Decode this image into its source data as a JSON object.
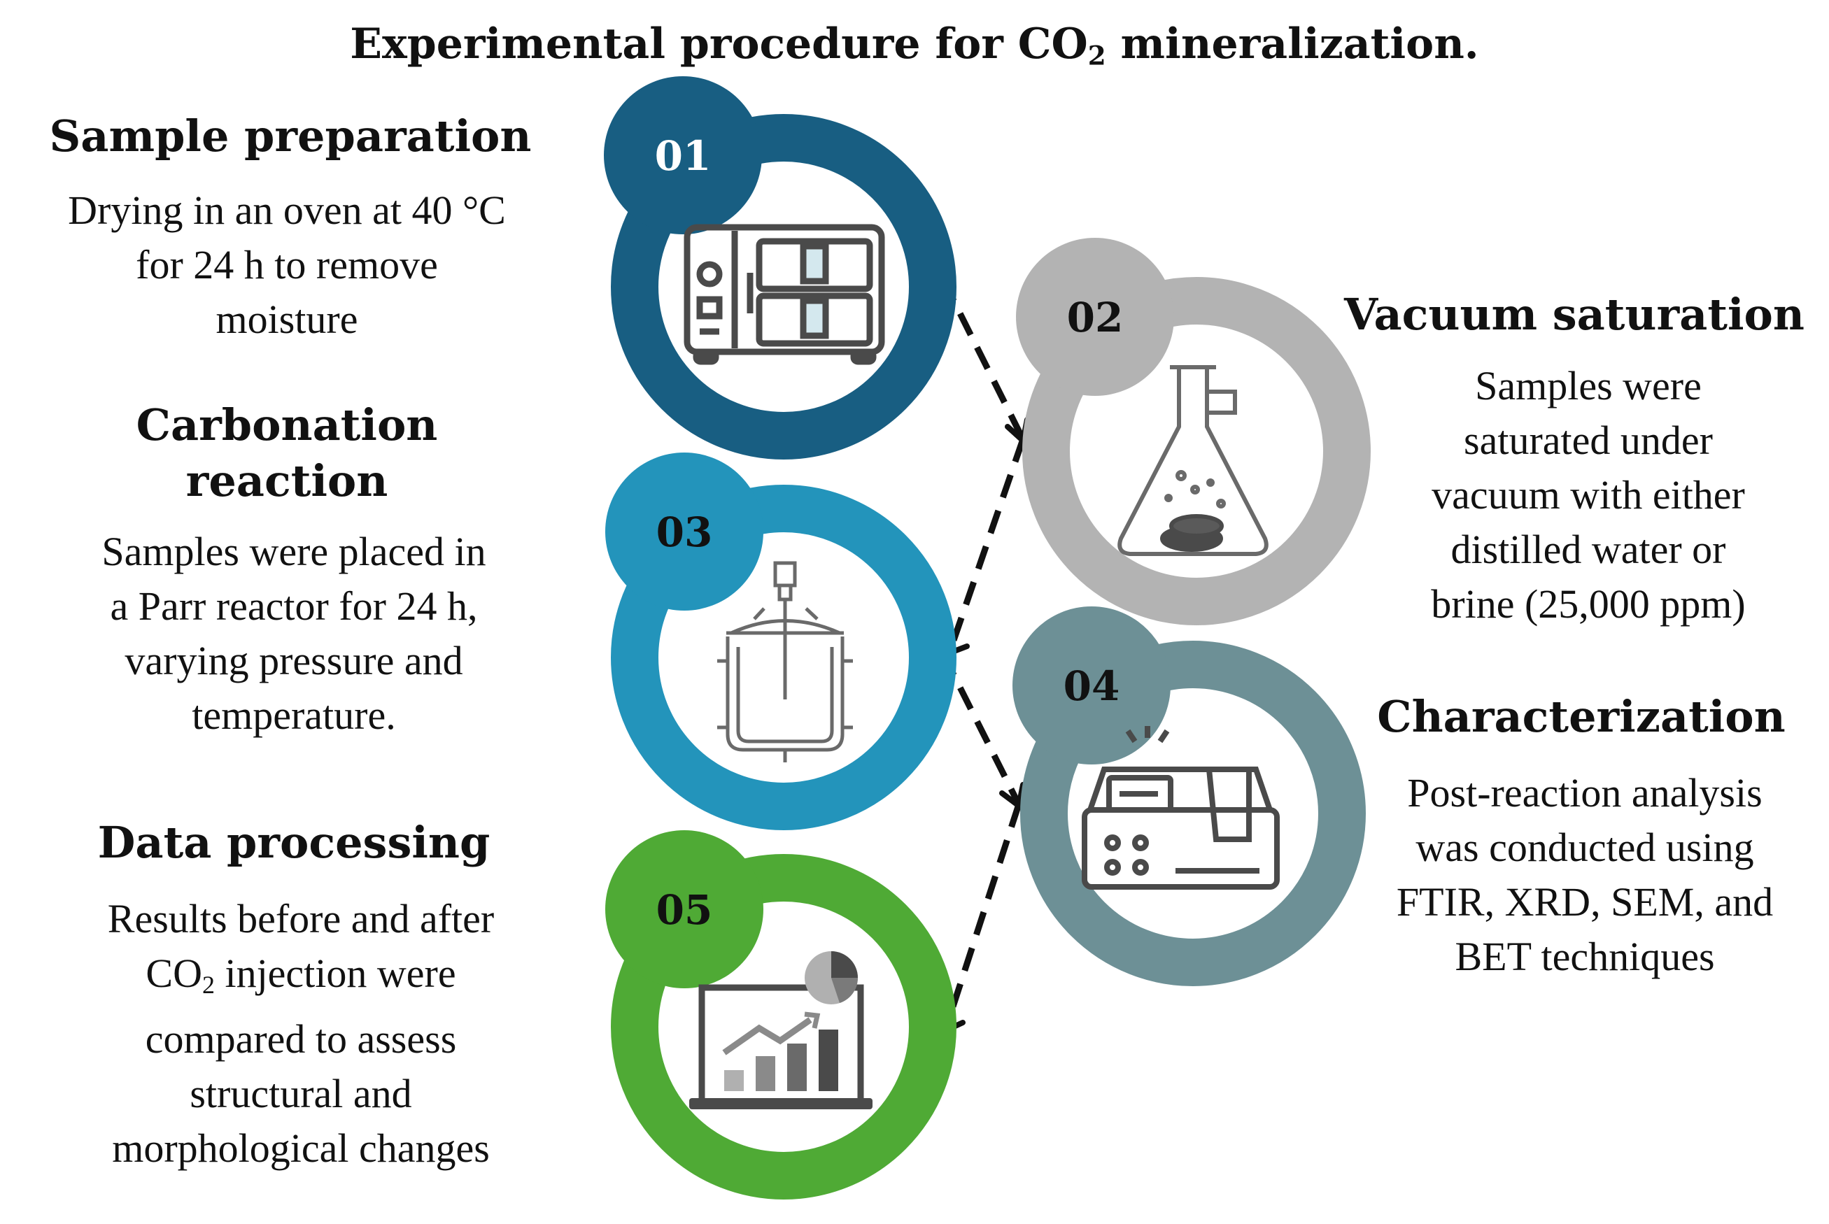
{
  "title": {
    "pre": "Experimental procedure for CO",
    "sub": "2",
    "post": " mineralization."
  },
  "colors": {
    "step1": "#185e82",
    "step2": "#b3b3b3",
    "step3": "#2394bb",
    "step4": "#6d9096",
    "step5": "#4faa35",
    "arrow": "#111111",
    "icon_gray": "#4a4a4a"
  },
  "steps": [
    {
      "number": "01",
      "heading": "Sample preparation",
      "description": [
        "Drying in an oven at 40 °C",
        "for 24 h to remove",
        "moisture"
      ],
      "icon": "oven-icon"
    },
    {
      "number": "02",
      "heading": "Vacuum saturation",
      "description": [
        "Samples were",
        "saturated under",
        "vacuum with either",
        "distilled water or",
        "brine (25,000 ppm)"
      ],
      "icon": "flask-icon"
    },
    {
      "number": "03",
      "heading_lines": [
        "Carbonation",
        "reaction"
      ],
      "description": [
        "Samples were placed in",
        "a Parr reactor for 24 h,",
        "varying pressure and",
        "temperature."
      ],
      "icon": "reactor-icon"
    },
    {
      "number": "04",
      "heading": "Characterization",
      "description": [
        "Post-reaction analysis",
        "was conducted using",
        "FTIR, XRD, SEM, and",
        "BET techniques"
      ],
      "icon": "analyzer-icon"
    },
    {
      "number": "05",
      "heading": "Data processing",
      "description_line1": "Results before and after",
      "description_line2_pre": "CO",
      "description_line2_sub": "2",
      "description_line2_post": " injection were",
      "description_rest": [
        "compared to assess",
        "structural and",
        "morphological changes"
      ],
      "icon": "chart-laptop-icon"
    }
  ]
}
